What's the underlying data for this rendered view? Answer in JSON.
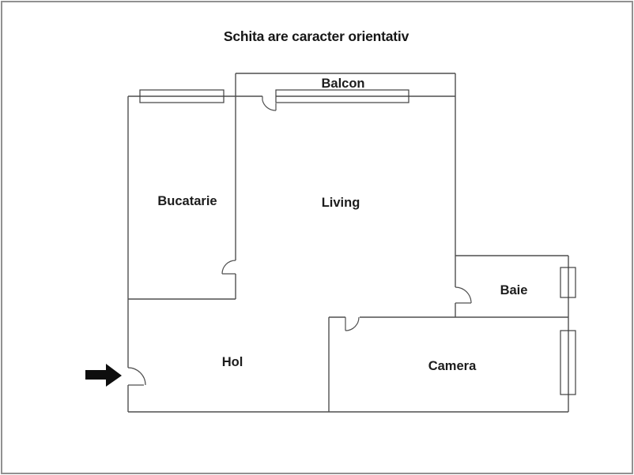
{
  "title": "Schita are caracter orientativ",
  "rooms": {
    "balcon": {
      "label": "Balcon"
    },
    "bucatarie": {
      "label": "Bucatarie"
    },
    "living": {
      "label": "Living"
    },
    "baie": {
      "label": "Baie"
    },
    "hol": {
      "label": "Hol"
    },
    "camera": {
      "label": "Camera"
    }
  },
  "icons": {
    "entrance_arrow": "right-arrow-icon"
  },
  "colors": {
    "wall": "#4f4f4f",
    "text": "#1c1c1c",
    "frame_border": "#919191",
    "arrow": "#0e0e0e",
    "background": "#ffffff"
  }
}
